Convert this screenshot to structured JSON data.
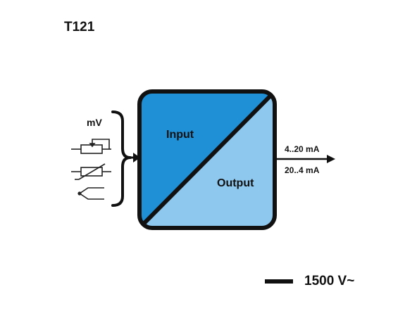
{
  "model": "T121",
  "inputs": {
    "mv_label": "mV",
    "sensors": [
      "potentiometer-icon",
      "rtd-icon",
      "thermocouple-icon"
    ]
  },
  "block": {
    "input_label": "Input",
    "output_label": "Output",
    "input_color": "#1f8fd6",
    "output_color": "#8fc8ee"
  },
  "outputs": {
    "range_1": "4..20 mA",
    "range_2": "20..4 mA"
  },
  "isolation": {
    "label": "1500 V~"
  }
}
